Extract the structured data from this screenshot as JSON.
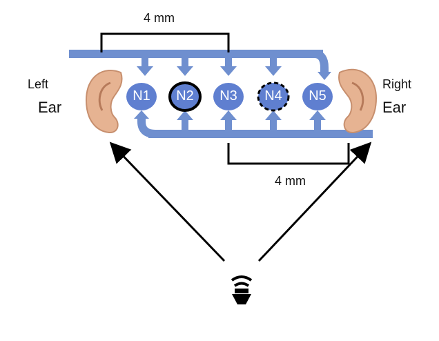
{
  "labels": {
    "left_top": "Left",
    "left_bottom": "Ear",
    "right_top": "Right",
    "right_bottom": "Ear",
    "top_spacing": "4 mm",
    "bottom_spacing": "4 mm"
  },
  "neurons": [
    {
      "label": "N1",
      "style": "plain"
    },
    {
      "label": "N2",
      "style": "bold-outline"
    },
    {
      "label": "N3",
      "style": "plain"
    },
    {
      "label": "N4",
      "style": "dashed-outline"
    },
    {
      "label": "N5",
      "style": "plain"
    }
  ],
  "colors": {
    "pathway": "#6f8fcf",
    "node_fill": "#5f7fd0",
    "node_text": "#ffffff",
    "ear": "#e6b392"
  },
  "icons": {
    "sound_source": "speaker-icon"
  }
}
